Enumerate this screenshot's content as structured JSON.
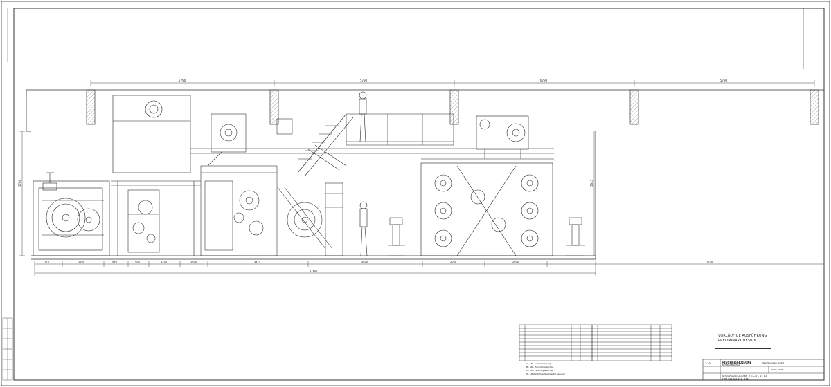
{
  "drawing": {
    "dimensions_top": [
      "5790",
      "5790",
      "6790",
      "5790"
    ],
    "dimensions_bottom": [
      "770",
      "1600",
      "930",
      "900",
      "1200",
      "1000",
      "3475",
      "3020",
      "2000",
      "2000",
      "7740"
    ],
    "total_length": "17800",
    "height_left": "5780",
    "height_right": "5345"
  },
  "note": {
    "line1": "VORLÄUFIGE AUSFÜHRUNG",
    "line2": "PRELIMINARY DESIGN"
  },
  "titleblock": {
    "company": "FISCHER&KRECKE",
    "company_sub": "Maschinenbau GmbH",
    "city": "D-33602 Bielefeld",
    "title": "Maschinenansicht, 165-8 - 3173",
    "number": "FOM 038.222.101 - 002",
    "scale": "1:20",
    "date": "23.07.2008"
  },
  "bom": {
    "legend_a": "A  - LB  - Ausprünrollenlg.",
    "legend_b": "B  - SR  - Zentrifugalbuchse",
    "legend_c": "C  - LB  - Zentrifugalbuchse",
    "legend_d": "D  - LB-Zentrifugalbuchse(RB-Sprung)"
  }
}
